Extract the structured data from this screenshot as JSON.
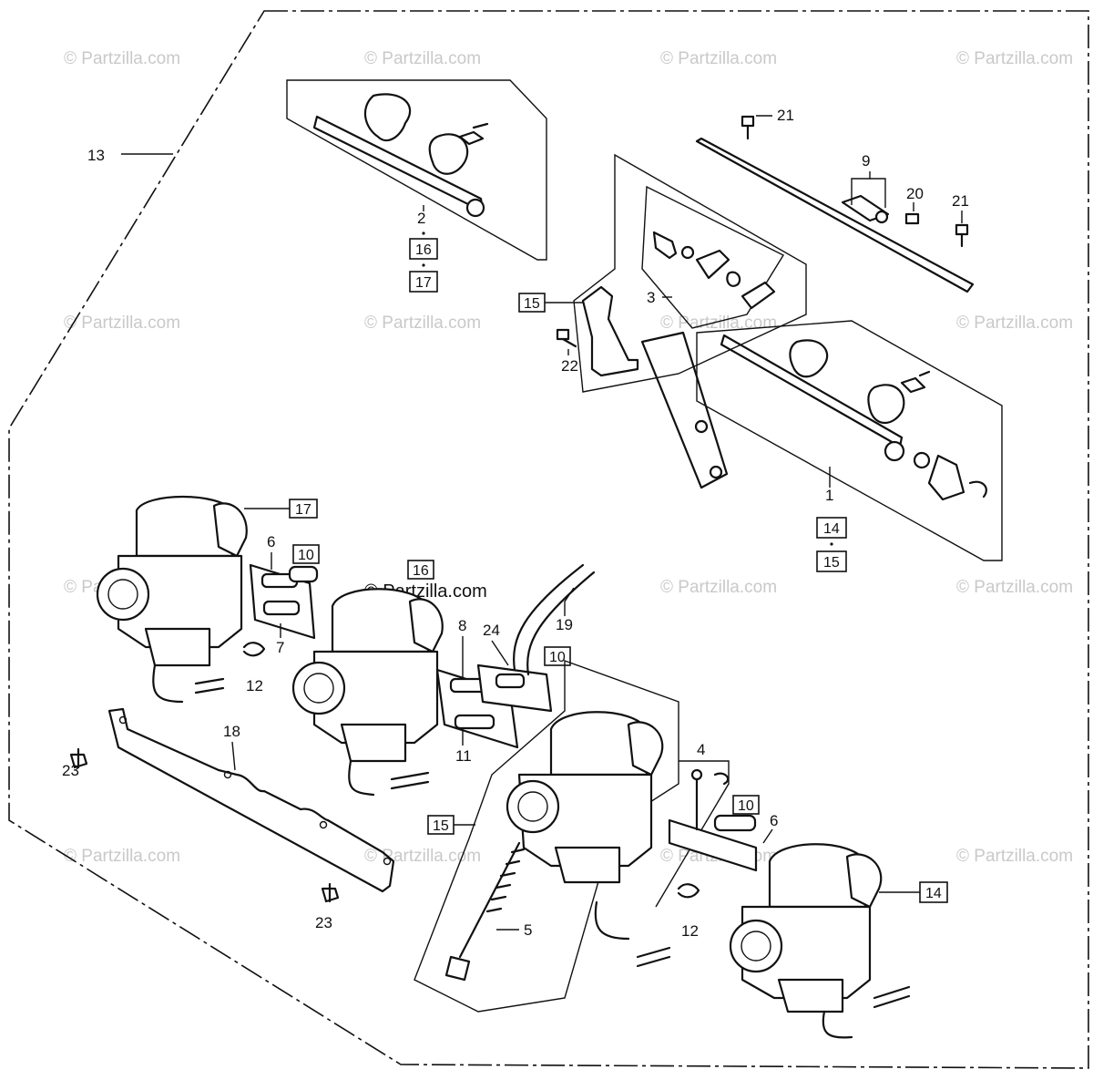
{
  "watermark": "© Partzilla.com",
  "callouts": {
    "c13": "13",
    "c2": "2",
    "c3": "3",
    "c9": "9",
    "c20": "20",
    "c21a": "21",
    "c21b": "21",
    "c22": "22",
    "c1": "1",
    "c6a": "6",
    "c6b": "6",
    "c7": "7",
    "c8": "8",
    "c11": "11",
    "c12a": "12",
    "c12b": "12",
    "c18": "18",
    "c19": "19",
    "c24": "24",
    "c23a": "23",
    "c23b": "23",
    "c4": "4",
    "c5": "5"
  },
  "boxed_callouts": {
    "b16top": "16",
    "b17top": "17",
    "b15bracket": "15",
    "b14right": "14",
    "b15right": "15",
    "b17carb": "17",
    "b10a": "10",
    "b16carb": "16",
    "b10b": "10",
    "b15left": "15",
    "b10c": "10",
    "b14carb": "14"
  }
}
